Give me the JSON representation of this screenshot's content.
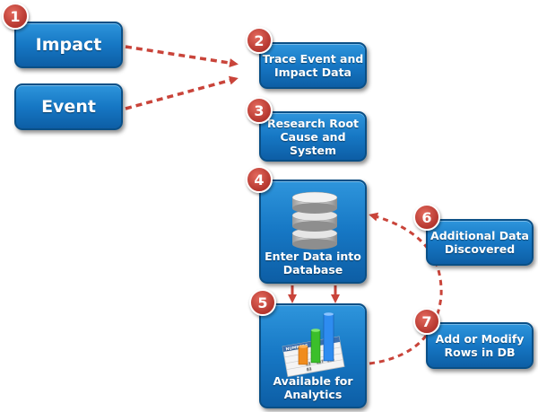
{
  "nodes": [
    {
      "id": "impact",
      "label": "Impact",
      "step": "1"
    },
    {
      "id": "event",
      "label": "Event"
    },
    {
      "id": "trace",
      "label": "Trace Event and\nImpact Data",
      "step": "2"
    },
    {
      "id": "research",
      "label": "Research Root\nCause and\nSystem",
      "step": "3"
    },
    {
      "id": "enter",
      "label": "Enter Data into\nDatabase",
      "step": "4"
    },
    {
      "id": "analytics",
      "label": "Available for\nAnalytics",
      "step": "5"
    },
    {
      "id": "additional",
      "label": "Additional Data\nDiscovered",
      "step": "6"
    },
    {
      "id": "modify",
      "label": "Add or Modify\nRows in DB",
      "step": "7"
    }
  ],
  "chart_icon": {
    "header": "NUMBERS",
    "numbers": [
      "53",
      "127",
      "164",
      "83"
    ]
  },
  "colors": {
    "box": "#1677c4",
    "border": "#0a4f86",
    "badge": "#b4362e",
    "arrow": "#c9443a"
  },
  "icons": [
    "database-icon",
    "bar-chart-icon"
  ]
}
